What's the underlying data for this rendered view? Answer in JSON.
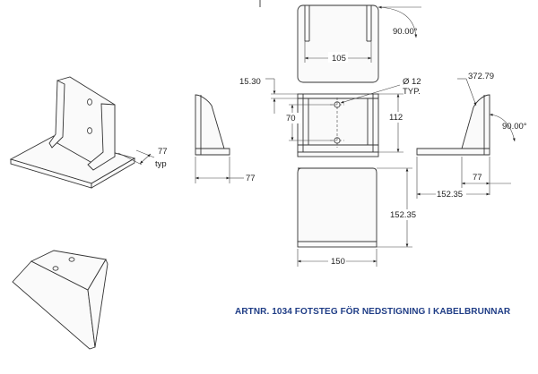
{
  "title": "ARTNR. 1034 FOTSTEG FÖR NEDSTIGNING I KABELBRUNNAR",
  "dimensions": {
    "iso_width": "77",
    "iso_typ": "typ",
    "top_width": "105",
    "top_angle": "90.00°",
    "flange_thickness": "15.30",
    "hole_diameter": "Ø 12",
    "hole_typ": "TYP.",
    "hole_spacing": "70",
    "front_height": "112",
    "left_width": "77",
    "bottom_depth": "152.35",
    "bottom_width": "150",
    "right_radius": "372.79",
    "right_angle": "90.00°",
    "right_width": "77",
    "right_total": "152.35"
  }
}
